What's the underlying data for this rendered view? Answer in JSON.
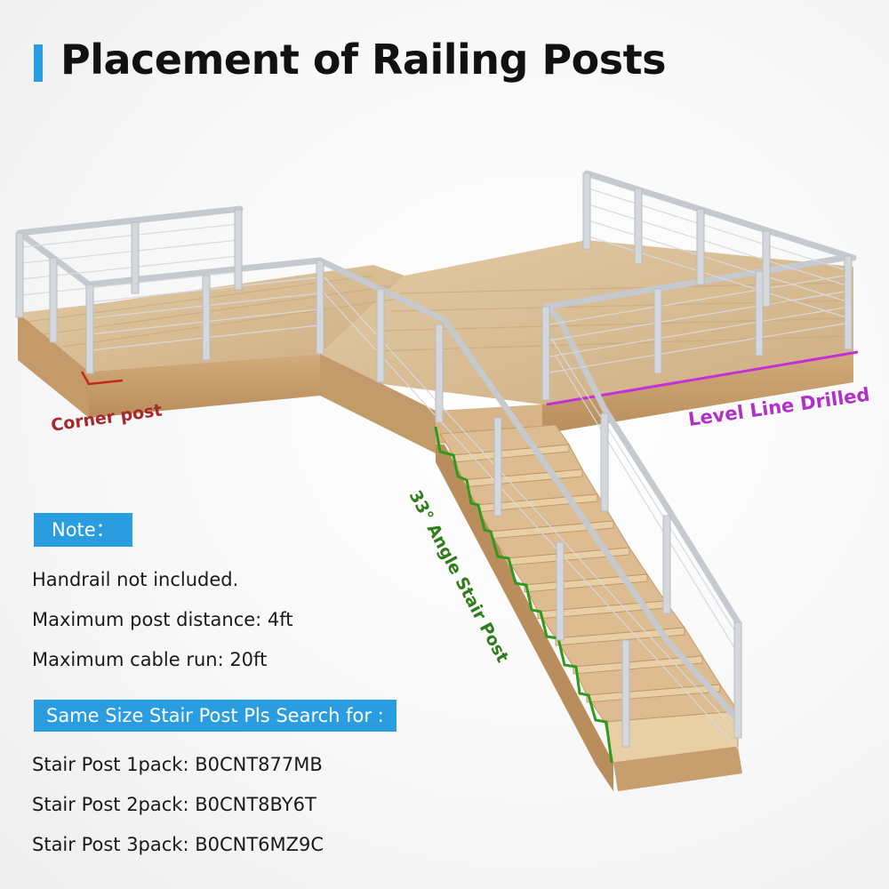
{
  "title": "Placement of Railing Posts",
  "labels": {
    "corner_post": "Corner post",
    "level_line": "Level Line Drilled",
    "angle_stair_post": "33° Angle Stair Post"
  },
  "note": {
    "heading": "Note：",
    "lines": [
      "Handrail not included.",
      "Maximum post distance: 4ft",
      "Maximum cable run: 20ft"
    ]
  },
  "search": {
    "heading": "Same Size Stair Post Pls Search for :",
    "lines": [
      "Stair Post 1pack: B0CNT877MB",
      "Stair Post 2pack: B0CNT8BY6T",
      "Stair Post 3pack: B0CNT6MZ9C"
    ]
  },
  "colors": {
    "accent": "#2a9de0",
    "corner": "#a6282a",
    "level": "#b030c8",
    "angle": "#2f7d1c",
    "wood_top": "#d9bf98",
    "wood_side": "#c9a274",
    "metal": "#cfd2d6"
  }
}
